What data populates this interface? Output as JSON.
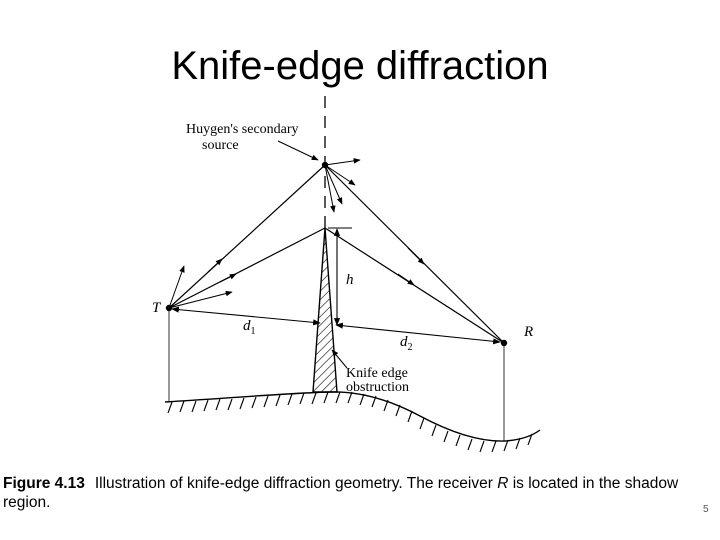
{
  "slide": {
    "title": "Knife-edge diffraction",
    "page_number": "5"
  },
  "diagram": {
    "labels": {
      "huygens_line1": "Huygen's secondary",
      "huygens_line2": "source",
      "transmitter": "T",
      "receiver": "R",
      "height": "h",
      "d1_main": "d",
      "d1_sub": "1",
      "d2_main": "d",
      "d2_sub": "2",
      "knife_line1": "Knife edge",
      "knife_line2": "obstruction"
    }
  },
  "caption": {
    "figure_label": "Figure 4.13",
    "text_before": "Illustration of knife-edge diffraction geometry. The receiver ",
    "italic": "R",
    "text_after": " is located in the shadow region."
  }
}
